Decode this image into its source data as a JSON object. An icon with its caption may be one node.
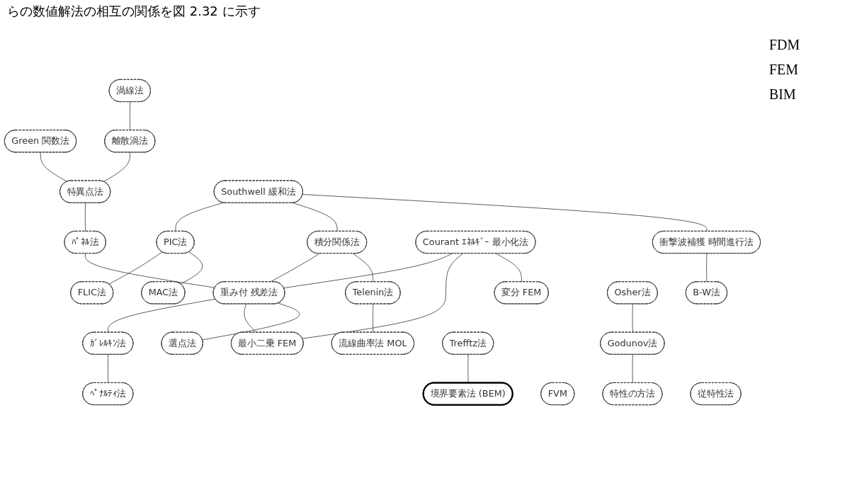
{
  "diagram": {
    "nodes": [
      {
        "text": [
          "ﾍﾟﾅﾙﾃｨ法"
        ]
      },
      {
        "text": [
          "ｶﾞﾚﾙｷﾝ法"
        ]
      },
      {
        "text": [
          "最小二乗 FEM"
        ]
      },
      {
        "text": [
          "選点法"
        ]
      },
      {
        "text": [
          "流線曲率法 MOL"
        ]
      },
      {
        "text": [
          "重み付 残差法"
        ]
      },
      {
        "text": [
          "ﾊﾟﾈﾙ法"
        ]
      },
      {
        "text": [
          "境界要素法 (BEM)"
        ]
      },
      {
        "text": [
          "FLIC法"
        ]
      },
      {
        "text": [
          "変分 FEM"
        ]
      },
      {
        "text": [
          "Telenin法"
        ]
      },
      {
        "text": [
          "Trefftz法"
        ]
      },
      {
        "text": [
          "MAC法"
        ]
      },
      {
        "text": [
          "PIC法"
        ]
      },
      {
        "text": [
          "積分関係法"
        ]
      },
      {
        "text": [
          "Courant ｴﾈﾙｷﾞｰ 最小化法"
        ]
      },
      {
        "text": [
          "特異点法"
        ]
      },
      {
        "text": [
          "B-W法"
        ]
      },
      {
        "text": [
          "FVM"
        ]
      },
      {
        "text": [
          "衝撃波補獲 時間進行法"
        ]
      },
      {
        "text": [
          "Southwell 緩和法"
        ]
      },
      {
        "text": [
          "Green 関数法"
        ]
      },
      {
        "text": [
          "離散渦法"
        ]
      },
      {
        "text": [
          "渦線法"
        ]
      },
      {
        "text": [
          "特性の方法"
        ]
      },
      {
        "text": [
          "Godunov法"
        ]
      },
      {
        "text": [
          "Osher法"
        ]
      },
      {
        "text": [
          "従特性法"
        ]
      }
    ],
    "edges": [
      {
        "from": 0,
        "to": 1,
        "arrow": "none"
      },
      {
        "from": 1,
        "to": 5,
        "arrow": "none"
      },
      {
        "from": 2,
        "to": 5,
        "arrow": "none"
      },
      {
        "from": 3,
        "to": 5,
        "arrow": "none"
      },
      {
        "from": 5,
        "to": 6,
        "arrow": "none"
      },
      {
        "from": 5,
        "to": 14,
        "arrow": "none"
      },
      {
        "from": 5,
        "to": 15,
        "arrow": "none"
      },
      {
        "from": 2,
        "to": 15,
        "arrow": "none"
      },
      {
        "from": 9,
        "to": 15,
        "arrow": "none"
      },
      {
        "from": 4,
        "to": 10,
        "arrow": "none"
      },
      {
        "from": 10,
        "to": 14,
        "arrow": "none"
      },
      {
        "from": 8,
        "to": 13,
        "arrow": "none"
      },
      {
        "from": 12,
        "to": 13,
        "arrow": "none"
      },
      {
        "from": 13,
        "to": 20,
        "arrow": "none"
      },
      {
        "from": 14,
        "to": 20,
        "arrow": "none"
      },
      {
        "from": 17,
        "to": 19,
        "arrow": "none"
      },
      {
        "from": 19,
        "to": 20,
        "arrow": "none"
      },
      {
        "from": 24,
        "to": 25,
        "arrow": "none"
      },
      {
        "from": 25,
        "to": 26,
        "arrow": "none"
      },
      {
        "from": 6,
        "to": 16,
        "arrow": "none"
      },
      {
        "from": 7,
        "to": 11,
        "arrow": "none"
      },
      {
        "from": 16,
        "to": 21,
        "arrow": "none"
      },
      {
        "from": 16,
        "to": 22,
        "arrow": "none"
      },
      {
        "from": 22,
        "to": 23,
        "arrow": "none"
      }
    ],
    "labels": [
      "らの数値解法の相互の関係を図 2.32 に示す",
      "FDM",
      "FEM",
      "BIM"
    ]
  }
}
